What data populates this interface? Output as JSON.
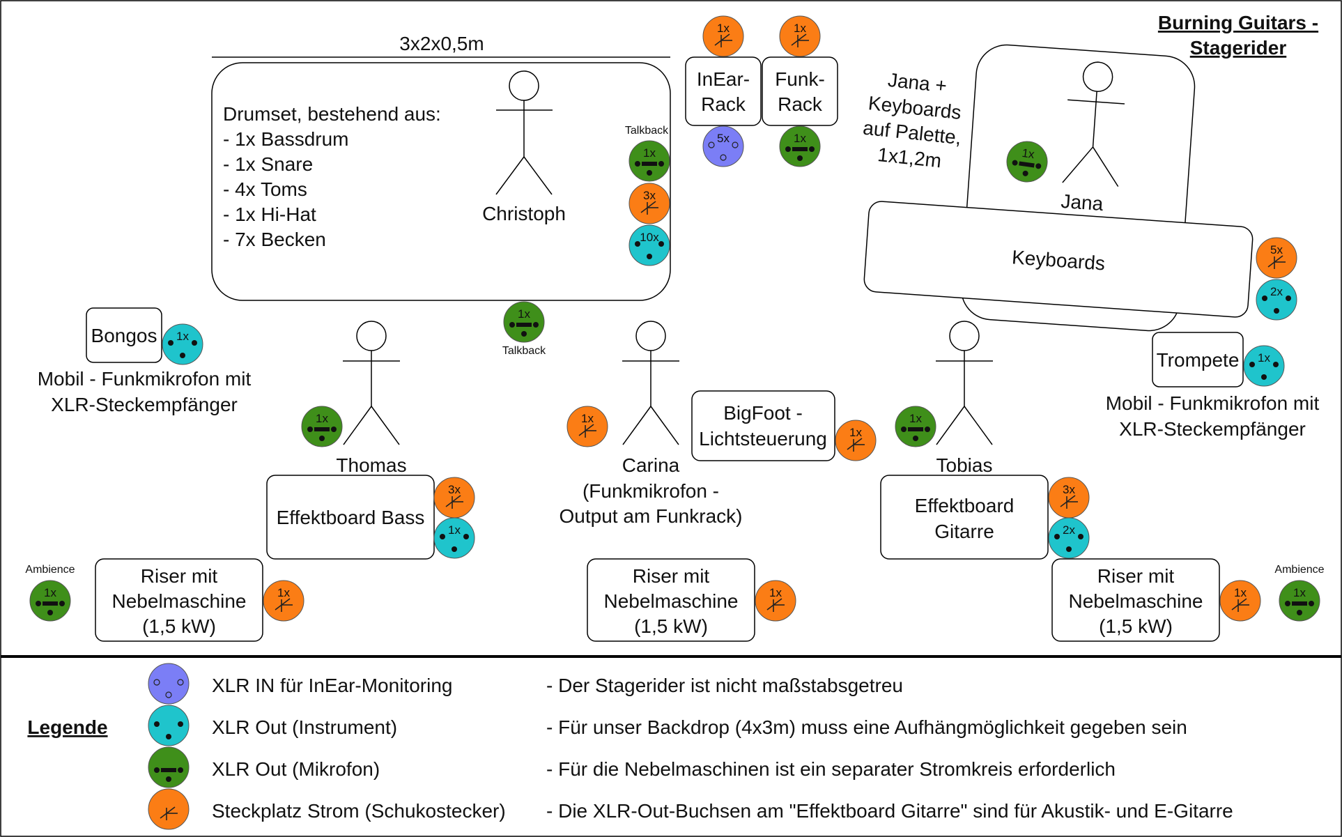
{
  "title": [
    "Burning Guitars -",
    "Stagerider"
  ],
  "colors": {
    "in_ear": "#7b7ef6",
    "instrument": "#1fc4cc",
    "mic": "#3f8f1a",
    "power": "#fb7d15",
    "border": "#000000"
  },
  "drum": {
    "dimension": "3x2x0,5m",
    "description": [
      "Drumset, bestehend aus:",
      "- 1x Bassdrum",
      "- 1x Snare",
      "- 4x Toms",
      "- 1x Hi-Hat",
      "- 7x Becken"
    ],
    "person": "Christoph",
    "talkback_label": "Talkback",
    "talkback_bottom_label": "Talkback"
  },
  "racks": {
    "inear": [
      "InEar-",
      "Rack"
    ],
    "funk": [
      "Funk-",
      "Rack"
    ]
  },
  "keyboard_area": {
    "note": [
      "Jana +",
      "Keyboards",
      "auf Palette,",
      "1x1,2m"
    ],
    "person": "Jana",
    "keyboards": "Keyboards",
    "trompete": "Trompete",
    "mobile": [
      "Mobil - Funkmikrofon mit",
      "XLR-Steckempfänger"
    ]
  },
  "bongos": {
    "label": "Bongos",
    "mobile": [
      "Mobil - Funkmikrofon mit",
      "XLR-Steckempfänger"
    ]
  },
  "performers": {
    "thomas": "Thomas",
    "carina": [
      "Carina",
      "(Funkmikrofon -",
      "Output am Funkrack)"
    ],
    "tobias": "Tobias"
  },
  "boards": {
    "bass": "Effektboard Bass",
    "guitar": [
      "Effektboard",
      "Gitarre"
    ],
    "bigfoot": [
      "BigFoot -",
      "Lichtsteuerung"
    ]
  },
  "risers": {
    "lines": [
      "Riser mit",
      "Nebelmaschine",
      "(1,5 kW)"
    ]
  },
  "ambience": "Ambience",
  "connectors": [
    {
      "type": "power",
      "label": "1x",
      "name": "inear-rack-power"
    },
    {
      "type": "power",
      "label": "1x",
      "name": "funk-rack-power"
    },
    {
      "type": "in_ear",
      "label": "5x",
      "name": "inear-rack-xlr-in"
    },
    {
      "type": "mic",
      "label": "1x",
      "name": "funk-rack-xlr-out"
    },
    {
      "type": "mic",
      "label": "1x",
      "name": "drum-talkback-mic"
    },
    {
      "type": "power",
      "label": "3x",
      "name": "drum-power"
    },
    {
      "type": "instrument",
      "label": "10x",
      "name": "drum-instrument-out"
    },
    {
      "type": "mic",
      "label": "1x",
      "name": "talkback-mic-bottom"
    },
    {
      "type": "mic",
      "label": "1x",
      "name": "jana-mic"
    },
    {
      "type": "power",
      "label": "5x",
      "name": "keyboards-power"
    },
    {
      "type": "instrument",
      "label": "2x",
      "name": "keyboards-instrument-out"
    },
    {
      "type": "instrument",
      "label": "1x",
      "name": "trompete-instrument-out"
    },
    {
      "type": "instrument",
      "label": "1x",
      "name": "bongos-instrument-out"
    },
    {
      "type": "mic",
      "label": "1x",
      "name": "thomas-mic"
    },
    {
      "type": "power",
      "label": "3x",
      "name": "bass-board-power"
    },
    {
      "type": "instrument",
      "label": "1x",
      "name": "bass-board-instrument-out"
    },
    {
      "type": "power",
      "label": "1x",
      "name": "carina-power"
    },
    {
      "type": "power",
      "label": "1x",
      "name": "bigfoot-power"
    },
    {
      "type": "mic",
      "label": "1x",
      "name": "tobias-mic"
    },
    {
      "type": "power",
      "label": "3x",
      "name": "guitar-board-power"
    },
    {
      "type": "instrument",
      "label": "2x",
      "name": "guitar-board-instrument-out"
    },
    {
      "type": "mic",
      "label": "1x",
      "name": "ambience-left-mic"
    },
    {
      "type": "power",
      "label": "1x",
      "name": "riser-left-power"
    },
    {
      "type": "power",
      "label": "1x",
      "name": "riser-center-power"
    },
    {
      "type": "power",
      "label": "1x",
      "name": "riser-right-power"
    },
    {
      "type": "mic",
      "label": "1x",
      "name": "ambience-right-mic"
    }
  ],
  "legend": {
    "title": "Legende",
    "items": [
      {
        "type": "in_ear",
        "label": "XLR IN für InEar-Monitoring"
      },
      {
        "type": "instrument",
        "label": "XLR Out (Instrument)"
      },
      {
        "type": "mic",
        "label": "XLR Out (Mikrofon)"
      },
      {
        "type": "power",
        "label": "Steckplatz Strom (Schukostecker)"
      }
    ],
    "notes": [
      "- Der Stagerider ist nicht maßstabsgetreu",
      "- Für unser Backdrop (4x3m) muss eine Aufhängmöglichkeit gegeben sein",
      "- Für die Nebelmaschinen ist ein separater Stromkreis erforderlich",
      "- Die XLR-Out-Buchsen am \"Effektboard Gitarre\" sind für Akustik- und E-Gitarre"
    ]
  }
}
